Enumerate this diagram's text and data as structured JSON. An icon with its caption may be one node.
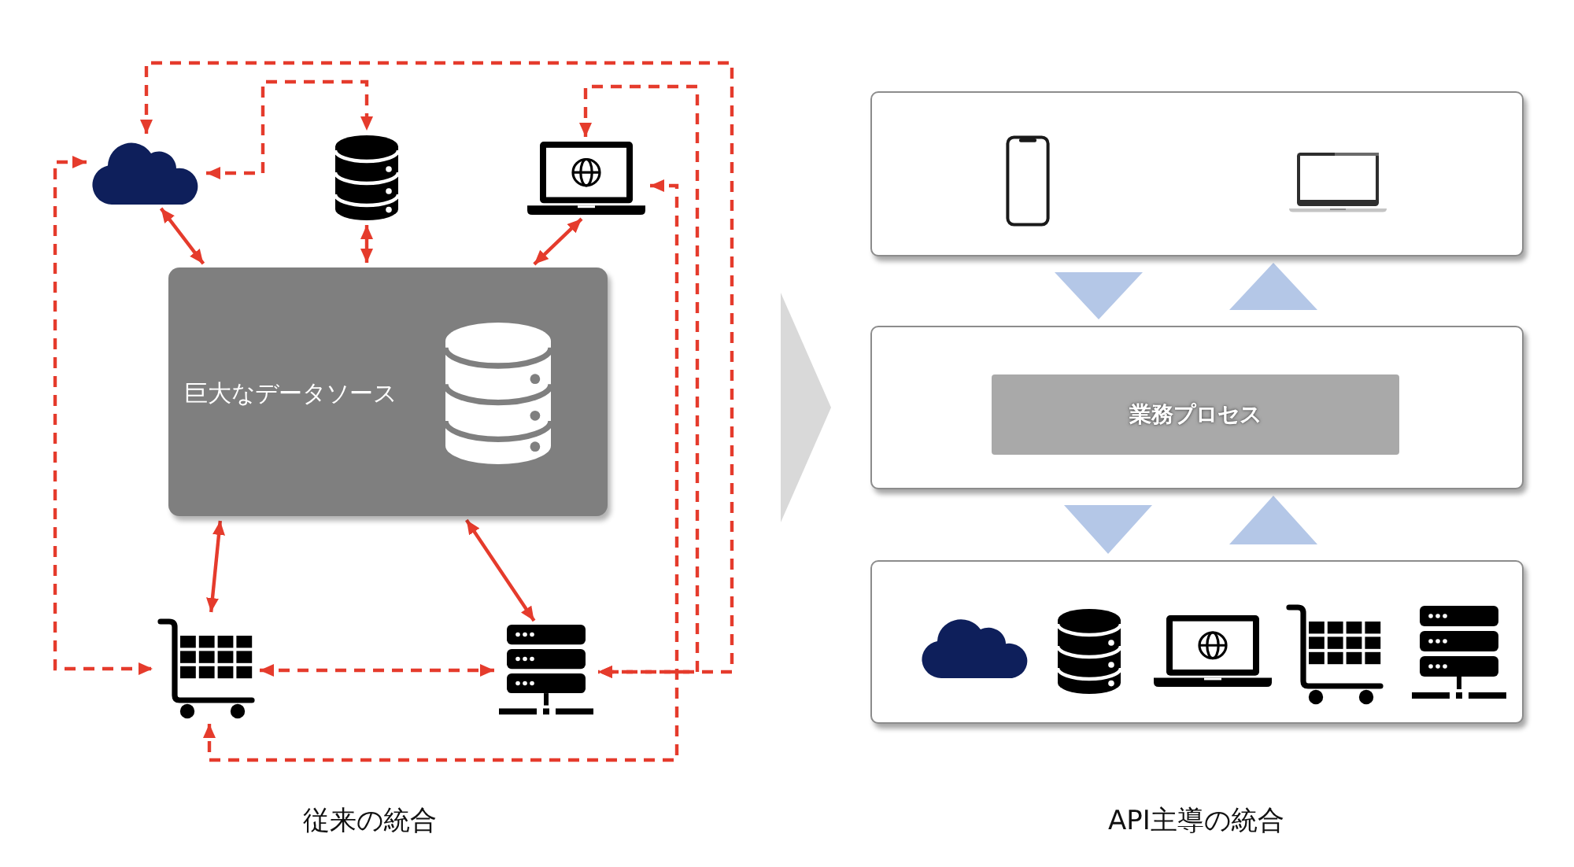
{
  "diagram": {
    "nodes": [
      {
        "text": [],
        "shape": "cloud"
      },
      {
        "text": [],
        "shape": "cylinder"
      },
      {
        "text": [],
        "shape": "picture"
      },
      {
        "text": [
          "巨大なデータソース"
        ]
      },
      {
        "text": [],
        "shape": "cylinder",
        "in": 3
      },
      {
        "text": [],
        "shape": "picture"
      },
      {
        "text": [],
        "shape": "picture"
      },
      {
        "text": [],
        "shape": "chevron"
      },
      {
        "text": [],
        "shape": "box"
      },
      {
        "text": [],
        "shape": "picture",
        "in": 8
      },
      {
        "text": [],
        "shape": "picture",
        "in": 8
      },
      {
        "text": [],
        "shape": "box"
      },
      {
        "text": [
          "業務プロセス"
        ],
        "in": 11
      },
      {
        "text": [],
        "shape": "box"
      },
      {
        "text": [],
        "shape": "cloud",
        "in": 13
      },
      {
        "text": [],
        "shape": "cylinder",
        "in": 13
      },
      {
        "text": [],
        "shape": "picture",
        "in": 13
      },
      {
        "text": [],
        "shape": "picture",
        "in": 13
      },
      {
        "text": [],
        "shape": "picture",
        "in": 13
      }
    ],
    "edges": [
      {
        "from": 0,
        "to": 3,
        "arrow": "both"
      },
      {
        "from": 1,
        "to": 3,
        "arrow": "both"
      },
      {
        "from": 2,
        "to": 3,
        "arrow": "both"
      },
      {
        "from": 3,
        "to": 5,
        "arrow": "both"
      },
      {
        "from": 3,
        "to": 6,
        "arrow": "both"
      },
      {
        "from": 0,
        "to": 1,
        "arrow": "both",
        "style": "dashed"
      },
      {
        "from": 0,
        "to": 6,
        "arrow": "both",
        "style": "dashed"
      },
      {
        "from": 2,
        "to": 6,
        "arrow": "both",
        "style": "dashed"
      },
      {
        "from": 2,
        "to": 5,
        "arrow": "both",
        "style": "dashed"
      },
      {
        "from": 0,
        "to": 5,
        "arrow": "both",
        "style": "dashed"
      },
      {
        "from": 5,
        "to": 6,
        "arrow": "both",
        "style": "dashed"
      },
      {
        "from": 8,
        "to": 11,
        "arrow": "to",
        "color": "#b4c7e7"
      },
      {
        "from": 11,
        "to": 8,
        "arrow": "to",
        "color": "#b4c7e7"
      },
      {
        "from": 11,
        "to": 13,
        "arrow": "to",
        "color": "#b4c7e7"
      },
      {
        "from": 13,
        "to": 11,
        "arrow": "to",
        "color": "#b4c7e7"
      }
    ],
    "labels": [
      "従来の統合",
      "API主導の統合"
    ]
  }
}
